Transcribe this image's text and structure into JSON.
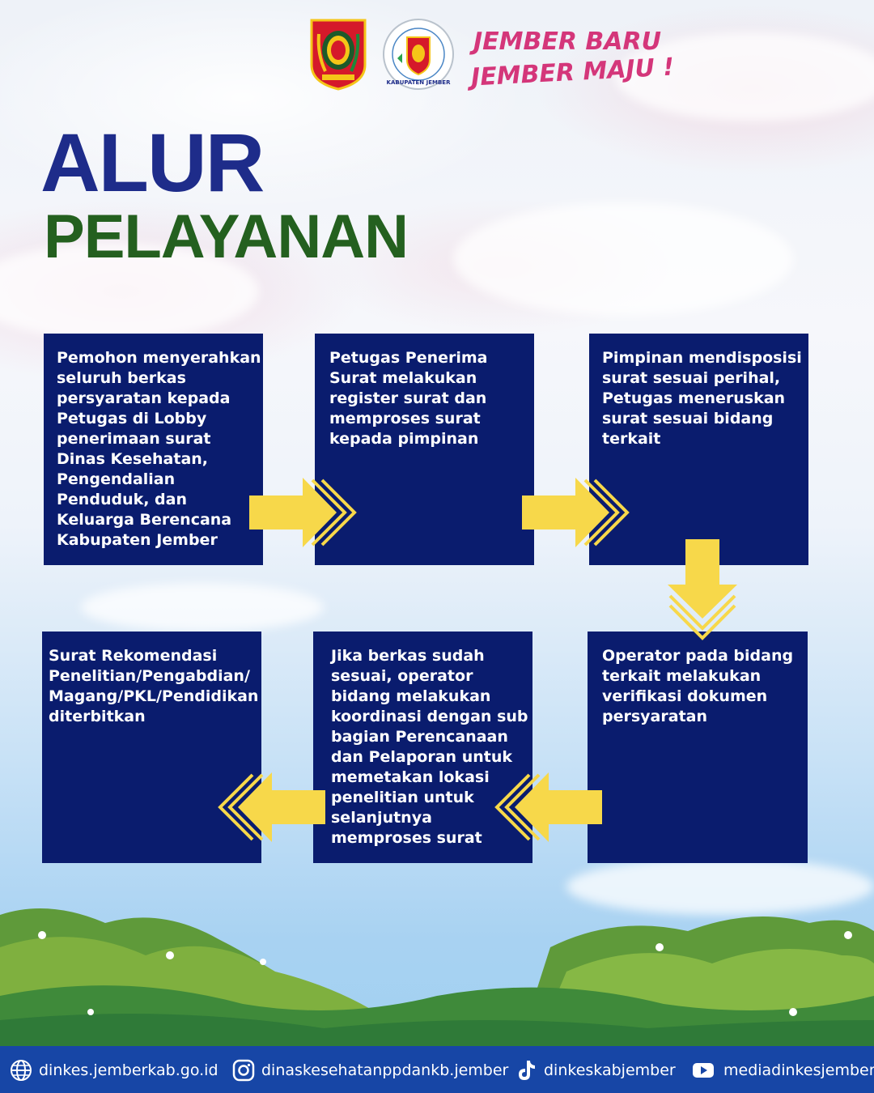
{
  "header": {
    "slogan_line1": "JEMBER BARU",
    "slogan_line2": "JEMBER MAJU !",
    "seal_text": "KABUPATEN JEMBER"
  },
  "title": {
    "line1": "ALUR",
    "line2": "PELAYANAN"
  },
  "steps": [
    {
      "lines": [
        "Pemohon menyerahkan",
        "seluruh berkas",
        "persyaratan kepada",
        "Petugas di Lobby",
        "penerimaan surat",
        "Dinas Kesehatan,",
        "Pengendalian",
        "Penduduk, dan",
        "Keluarga Berencana",
        "Kabupaten Jember"
      ]
    },
    {
      "lines": [
        "Petugas Penerima",
        "Surat melakukan",
        "register surat dan",
        "memproses surat",
        "kepada pimpinan"
      ]
    },
    {
      "lines": [
        "Pimpinan mendisposisi",
        "surat sesuai perihal,",
        "Petugas meneruskan",
        "surat sesuai bidang",
        "terkait"
      ]
    },
    {
      "lines": [
        "Operator pada bidang",
        "terkait melakukan",
        "verifikasi dokumen",
        "persyaratan"
      ]
    },
    {
      "lines": [
        "Jika berkas sudah",
        "sesuai, operator",
        "bidang melakukan",
        "koordinasi dengan sub",
        "bagian Perencanaan",
        "dan Pelaporan untuk",
        "memetakan lokasi",
        "penelitian untuk",
        "selanjutnya",
        "memproses surat"
      ]
    },
    {
      "lines": [
        "Surat Rekomendasi",
        "Penelitian/Pengabdian/",
        "Magang/PKL/Pendidikan",
        "diterbitkan"
      ]
    }
  ],
  "footer": {
    "website": "dinkes.jemberkab.go.id",
    "instagram": "dinaskesehatanppdankb.jember",
    "tiktok": "dinkeskabjember",
    "youtube": "mediadinkesjember"
  },
  "colors": {
    "box": "#0a1c6e",
    "arrow": "#f7d84a",
    "title_blue": "#1e2c8a",
    "title_green": "#24601f",
    "footer": "#1746a6",
    "slogan": "#d4367a"
  },
  "icons": [
    "globe-icon",
    "instagram-icon",
    "tiktok-icon",
    "youtube-icon"
  ]
}
